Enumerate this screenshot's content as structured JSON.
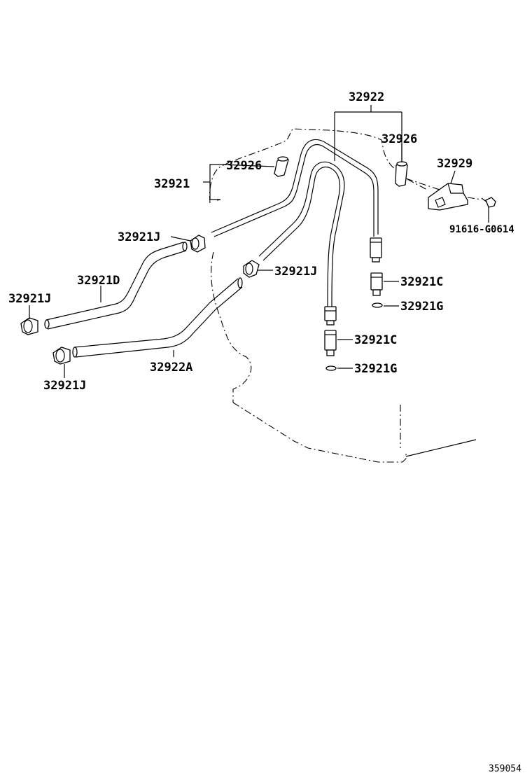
{
  "labels": {
    "p32922": "32922",
    "p32926_right": "32926",
    "p32926_left": "32926",
    "p32921": "32921",
    "p32929": "32929",
    "p91616": "91616-G0614",
    "p32921J_mid": "32921J",
    "p32921J_right": "32921J",
    "p32921D": "32921D",
    "p32921J_left": "32921J",
    "p32921C_upper": "32921C",
    "p32921G_upper": "32921G",
    "p32921C_lower": "32921C",
    "p32921G_lower": "32921G",
    "p32922A": "32922A",
    "p32921J_bottom": "32921J"
  },
  "reference_number": "359054"
}
